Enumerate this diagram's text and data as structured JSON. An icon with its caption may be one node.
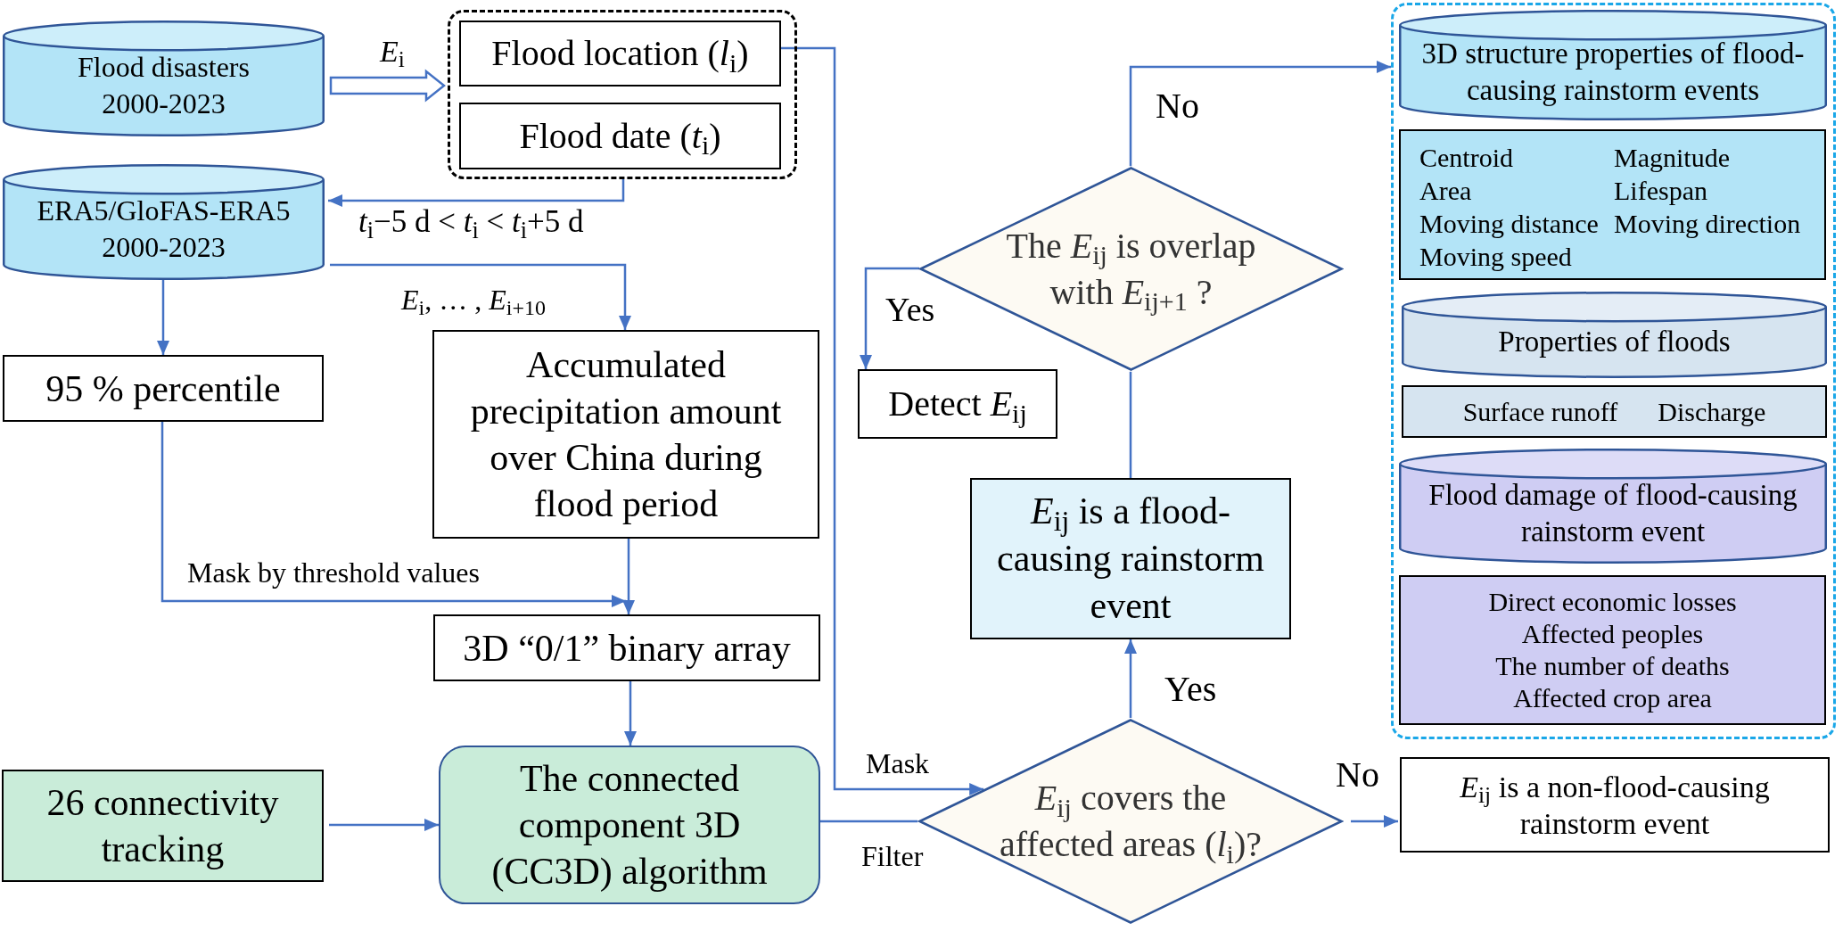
{
  "diagram": {
    "nodes": [
      {
        "text": [
          "Flood disasters",
          "2000-2023"
        ]
      },
      {
        "text": [],
        "shape": "box"
      },
      {
        "text": [
          "Flood location (*l*$_{i}$)"
        ],
        "in": 1
      },
      {
        "text": [
          "Flood date (*t*$_{i}$)"
        ],
        "in": 1
      },
      {
        "text": [
          "ERA5/GloFAS-ERA5",
          "2000-2023"
        ]
      },
      {
        "text": [
          "95 % percentile"
        ]
      },
      {
        "text": [
          "Accumulated precipitation amount over China during flood period"
        ]
      },
      {
        "text": [
          "3D “0/1” binary array"
        ]
      },
      {
        "text": [
          "26 connectivity tracking"
        ]
      },
      {
        "text": [
          "The connected component 3D (CC3D) algorithm"
        ]
      },
      {
        "text": [
          "*E*$_{ij}$ covers the affected areas (*l*$_{i}$)?"
        ]
      },
      {
        "text": [
          "*E*$_{ij}$ is a flood-causing rainstorm event"
        ]
      },
      {
        "text": [
          "The *E*$_{ij}$ is overlap with *E*$_{ij+1}$ ?"
        ]
      },
      {
        "text": [
          "Detect *E*$_{ij}$"
        ]
      },
      {
        "text": [
          "*E*$_{ij}$ is a non-flood-causing rainstorm event"
        ]
      },
      {
        "text": [],
        "shape": "box"
      },
      {
        "text": [
          "3D structure properties of flood-causing rainstorm events"
        ],
        "in": 15
      },
      {
        "text": [
          "Centroid",
          "Magnitude",
          "Area",
          "Lifespan",
          "Moving distance",
          "Moving direction",
          "Moving speed"
        ],
        "in": 15
      },
      {
        "text": [
          "Properties of floods"
        ],
        "in": 15
      },
      {
        "text": [
          "Surface runoff",
          "Discharge"
        ],
        "in": 15
      },
      {
        "text": [
          "Flood damage of flood-causing rainstorm event"
        ],
        "in": 15
      },
      {
        "text": [
          "Direct economic losses",
          "Affected peoples",
          "The number of deaths",
          "Affected crop area"
        ],
        "in": 15
      }
    ],
    "edges": [
      {
        "from": 0,
        "to": 1,
        "arrow": "to",
        "label": "*E*$_{i}$",
        "style": "thick"
      },
      {
        "from": 1,
        "to": 4,
        "arrow": "to",
        "label": "*t*$_{i}$−5 d < *t*$_{i}$ < *t*$_{i}$+5 d"
      },
      {
        "from": 4,
        "to": 6,
        "arrow": "to",
        "label": "*E*$_{i}$, … , *E*$_{i+10}$"
      },
      {
        "from": 4,
        "to": 5,
        "arrow": "to"
      },
      {
        "from": 5,
        "to": 7,
        "arrow": "to",
        "label": "Mask by threshold values"
      },
      {
        "from": 6,
        "to": 7,
        "arrow": "to"
      },
      {
        "from": 7,
        "to": 9,
        "arrow": "to"
      },
      {
        "from": 8,
        "to": 9,
        "arrow": "to"
      },
      {
        "from": 2,
        "to": 10,
        "arrow": "to",
        "label": "Mask"
      },
      {
        "from": 9,
        "to": 10,
        "arrow": "none",
        "label": "Filter"
      },
      {
        "from": 10,
        "to": 11,
        "arrow": "to",
        "label": "Yes"
      },
      {
        "from": 10,
        "to": 14,
        "arrow": "to",
        "label": "No"
      },
      {
        "from": 11,
        "to": 12,
        "arrow": "none"
      },
      {
        "from": 12,
        "to": 13,
        "arrow": "to",
        "label": "Yes"
      },
      {
        "from": 12,
        "to": 15,
        "arrow": "to",
        "label": "No"
      }
    ]
  }
}
